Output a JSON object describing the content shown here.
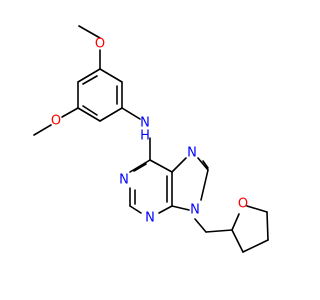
{
  "molecule": {
    "colors": {
      "bond": "#000000",
      "oxygen": "#ff0000",
      "nitrogen": "#0000ff",
      "background": "#ffffff"
    },
    "atoms": {
      "o_methoxy_top": "O",
      "o_methoxy_left": "O",
      "n_amine": "N",
      "h_amine": "H",
      "n_purine_1": "N",
      "n_purine_3": "N",
      "n_purine_7": "N",
      "n_purine_9": "N",
      "o_thf": "O"
    }
  }
}
